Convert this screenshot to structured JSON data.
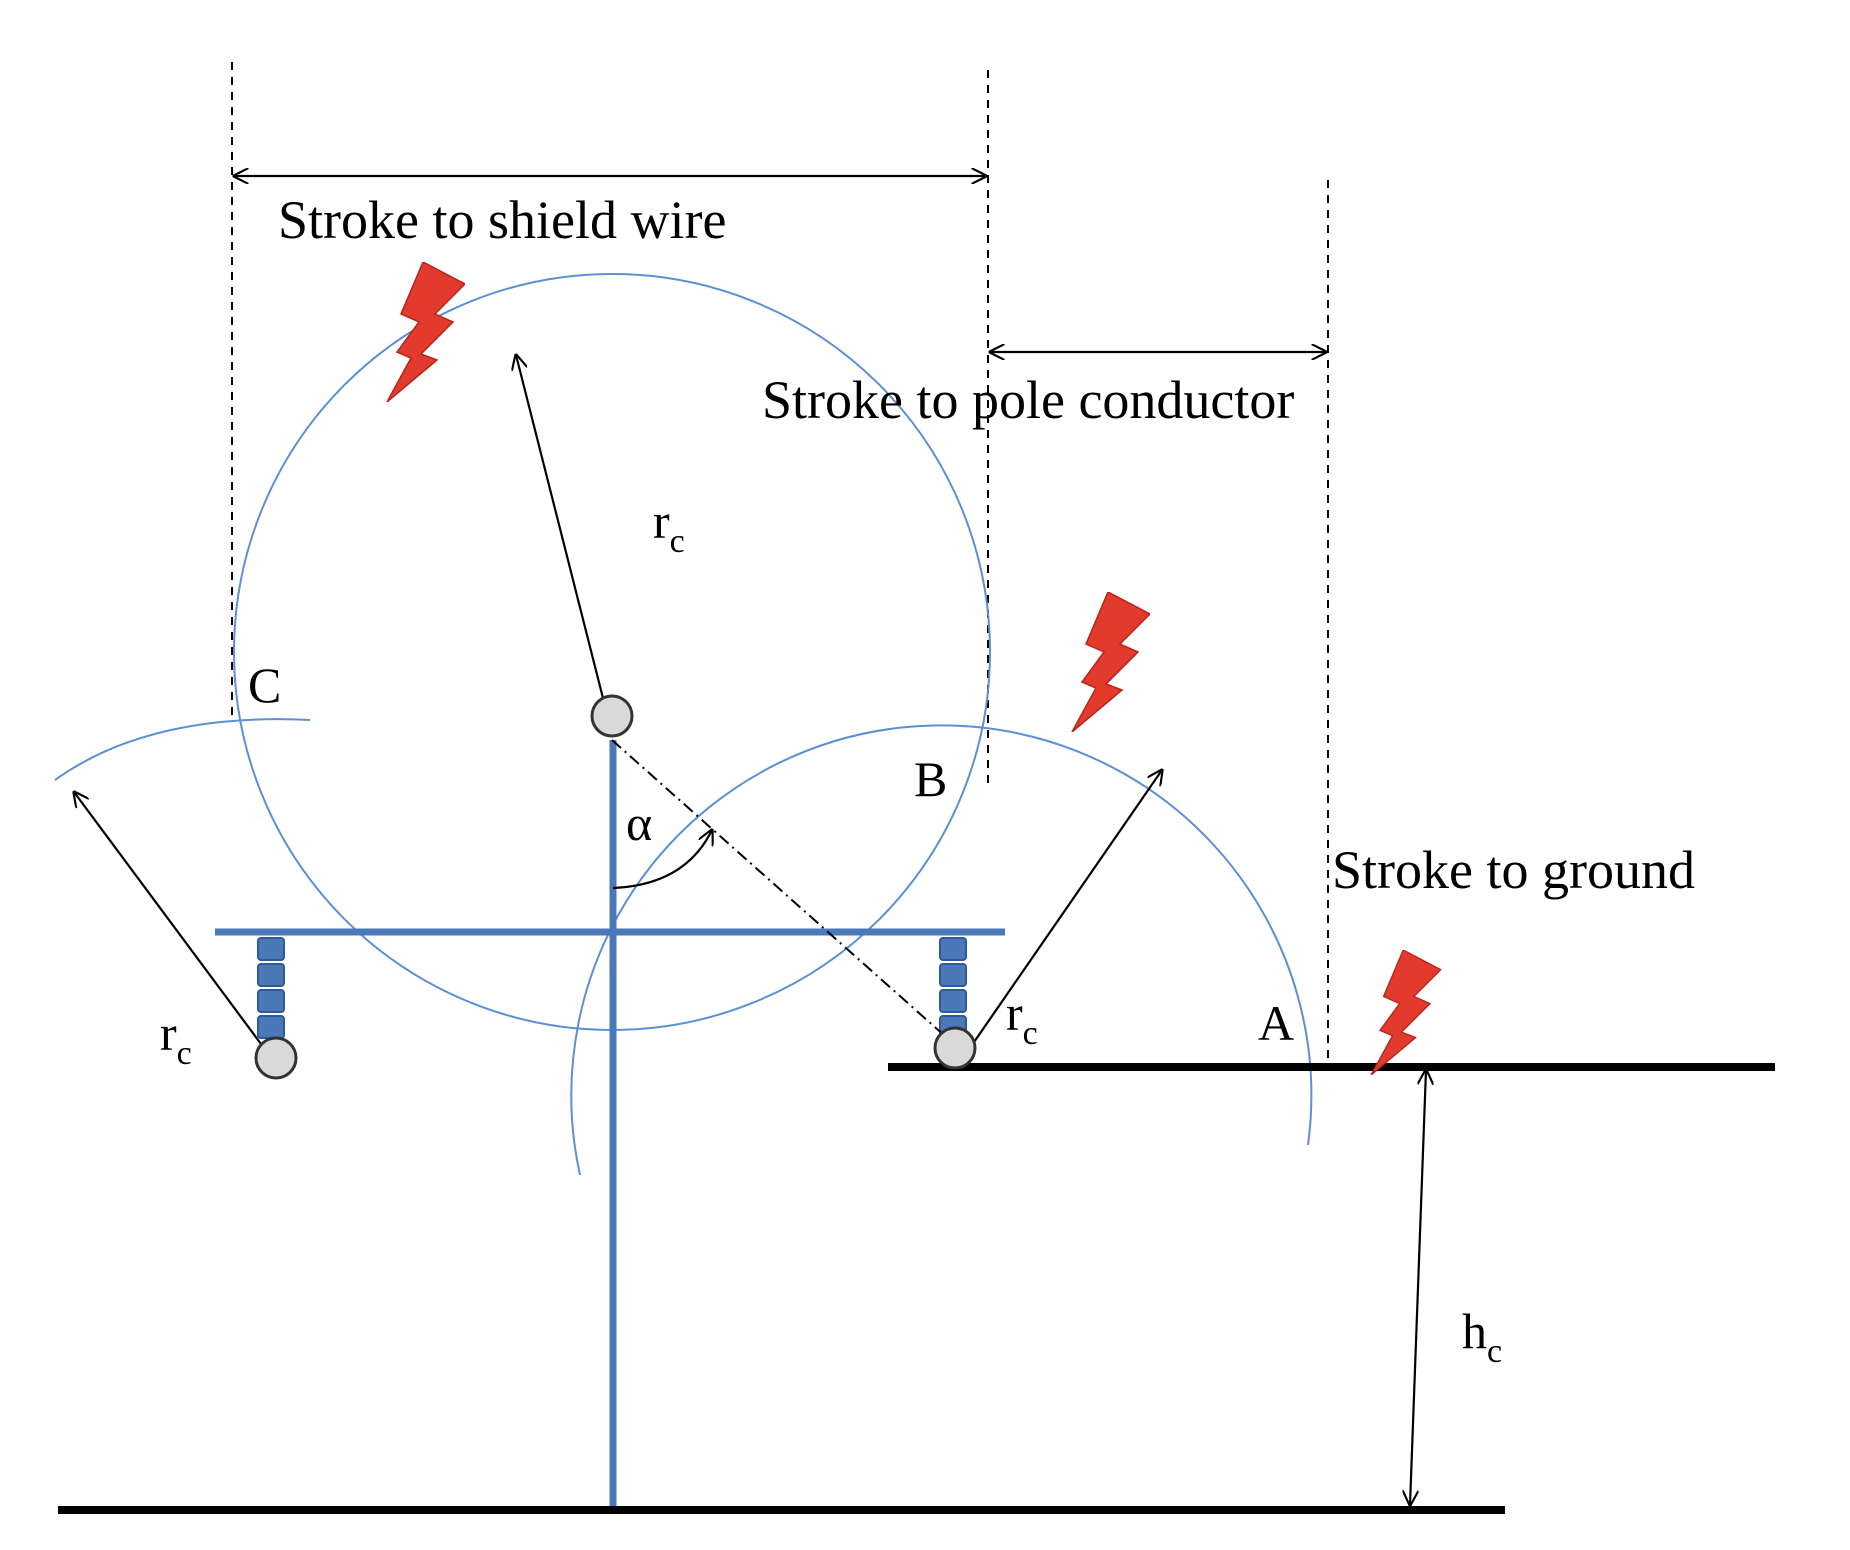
{
  "labels": {
    "stroke_shield_wire": "Stroke to shield wire",
    "stroke_pole_conductor": "Stroke to pole conductor",
    "stroke_ground": "Stroke to ground",
    "radius_symbol": "r",
    "radius_subscript": "c",
    "height_symbol": "h",
    "height_subscript": "c",
    "angle_symbol": "α",
    "point_a": "A",
    "point_b": "B",
    "point_c": "C"
  },
  "colors": {
    "wire": "#4a78b8",
    "striking_arc": "#5b8fd6",
    "lightning": "#e23b2e",
    "conductor": "#d9d9d9"
  },
  "icons": [
    "lightning-bolt-icon"
  ]
}
